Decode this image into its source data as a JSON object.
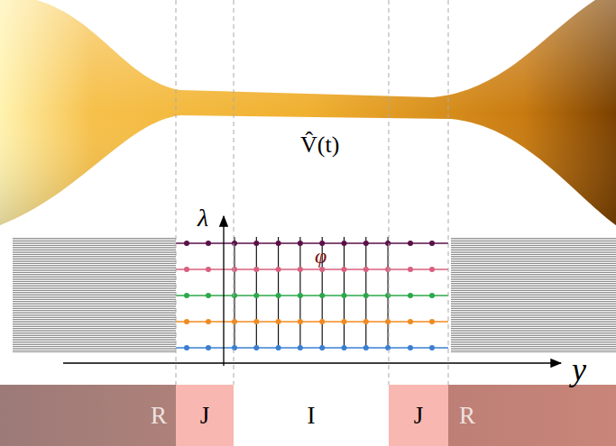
{
  "diagram": {
    "nodes": [
      {
        "text": [
          "R"
        ]
      },
      {
        "text": [
          "J"
        ]
      },
      {
        "text": [
          "I"
        ]
      },
      {
        "text": [
          "J"
        ]
      },
      {
        "text": [
          "R"
        ]
      }
    ],
    "labels": [
      "V̂(t)",
      "λ",
      "φ",
      "y"
    ]
  }
}
